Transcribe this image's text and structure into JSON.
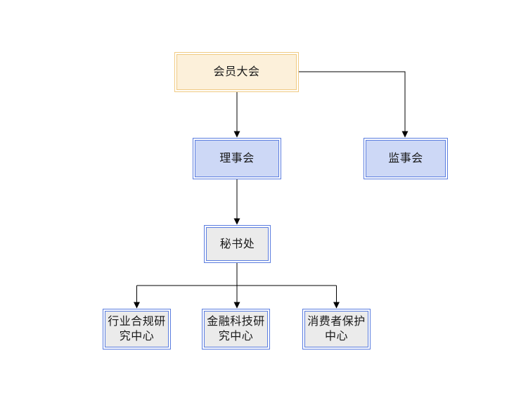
{
  "diagram": {
    "type": "org-chart",
    "background": "#ffffff",
    "palette": {
      "yellow_fill": "#FCF0DA",
      "yellow_stroke": "#F0CA83",
      "blue_fill": "#CDD8F6",
      "blue_stroke": "#5C7EDF",
      "gray_fill": "#EBEBEB",
      "connector_color": "#000000",
      "text_color": "#1A1A1A"
    },
    "nodes": {
      "members_assembly": {
        "label": "会员大会",
        "lines": [
          "会员大会"
        ],
        "style": "yellow"
      },
      "council": {
        "label": "理事会",
        "lines": [
          "理事会"
        ],
        "style": "blue"
      },
      "supervisory_board": {
        "label": "监事会",
        "lines": [
          "监事会"
        ],
        "style": "blue"
      },
      "secretariat": {
        "label": "秘书处",
        "lines": [
          "秘书处"
        ],
        "style": "gray"
      },
      "compliance_center": {
        "label": "行业合规研究中心",
        "lines": [
          "行业合规研",
          "究中心"
        ],
        "style": "gray"
      },
      "fintech_center": {
        "label": "金融科技研究中心",
        "lines": [
          "金融科技研",
          "究中心"
        ],
        "style": "gray"
      },
      "consumer_center": {
        "label": "消费者保护中心",
        "lines": [
          "消费者保护",
          "中心"
        ],
        "style": "gray"
      }
    },
    "edges": [
      {
        "from": "会员大会",
        "to": "理事会"
      },
      {
        "from": "会员大会",
        "to": "监事会"
      },
      {
        "from": "理事会",
        "to": "秘书处"
      },
      {
        "from": "秘书处",
        "to": "行业合规研究中心"
      },
      {
        "from": "秘书处",
        "to": "金融科技研究中心"
      },
      {
        "from": "秘书处",
        "to": "消费者保护中心"
      }
    ]
  }
}
